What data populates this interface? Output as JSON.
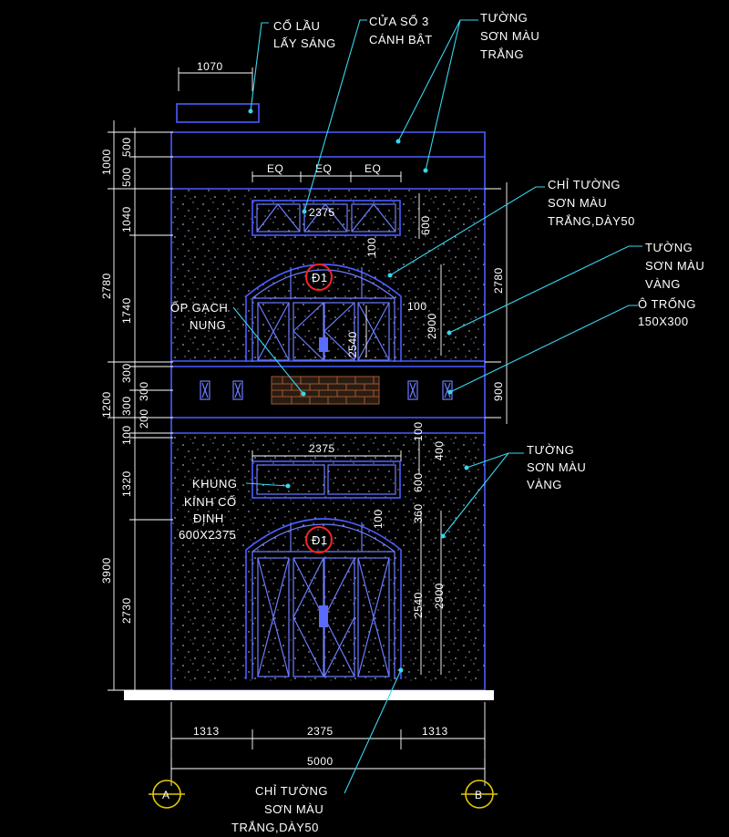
{
  "notes": {
    "co_lau": [
      "CỔ LẦU",
      "LẤY SÁNG"
    ],
    "cua_so": [
      "CỬA SỔ 3",
      "CÁNH BẬT"
    ],
    "tuong_trang": [
      "TƯỜNG",
      "SƠN MÀU",
      "TRẮNG"
    ],
    "chi_tuong_top": [
      "CHỈ TƯỜNG",
      "SƠN MÀU",
      "TRẮNG,DÀY50"
    ],
    "tuong_vang_1": [
      "TƯỜNG",
      "SƠN MÀU",
      "VÀNG"
    ],
    "o_trong": [
      "Ô TRỐNG",
      "150X300"
    ],
    "op_gach": [
      "ỐP GẠCH",
      "NUNG"
    ],
    "khung_kinh": [
      "KHUNG",
      "KÍNH CỐ",
      "ĐỊNH",
      "600X2375"
    ],
    "tuong_vang_2": [
      "TƯỜNG",
      "SƠN MÀU",
      "VÀNG"
    ],
    "chi_tuong_bottom": [
      "CHỈ TƯỜNG",
      "SƠN MÀU",
      "TRẮNG,DÀY50"
    ]
  },
  "tags": {
    "door": "Đ1"
  },
  "dims": {
    "roof_width": "1070",
    "window_eq": [
      "EQ",
      "EQ",
      "EQ"
    ],
    "window_width_top": "2375",
    "window_width_low": "2375",
    "left_outer": [
      "1000",
      "2780",
      "1200",
      "3900"
    ],
    "left_inner": [
      "500",
      "500",
      "1040",
      "1740",
      "300",
      "300",
      "300",
      "200",
      "100",
      "1320",
      "2730"
    ],
    "right_outer": [
      "2780",
      "900"
    ],
    "inner_top": [
      "600",
      "100",
      "100",
      "2900",
      "2540"
    ],
    "inner_low": [
      "100",
      "400",
      "600",
      "360",
      "100",
      "2900",
      "2540"
    ],
    "bottom": [
      "1313",
      "2375",
      "1313"
    ],
    "total": "5000"
  },
  "axes": [
    "A",
    "B"
  ],
  "colors": {
    "structure": "#4a5cff",
    "dimension": "#ffffff",
    "leader": "#37d6f0",
    "tag": "#ff2222",
    "axis": "#e6c800"
  }
}
